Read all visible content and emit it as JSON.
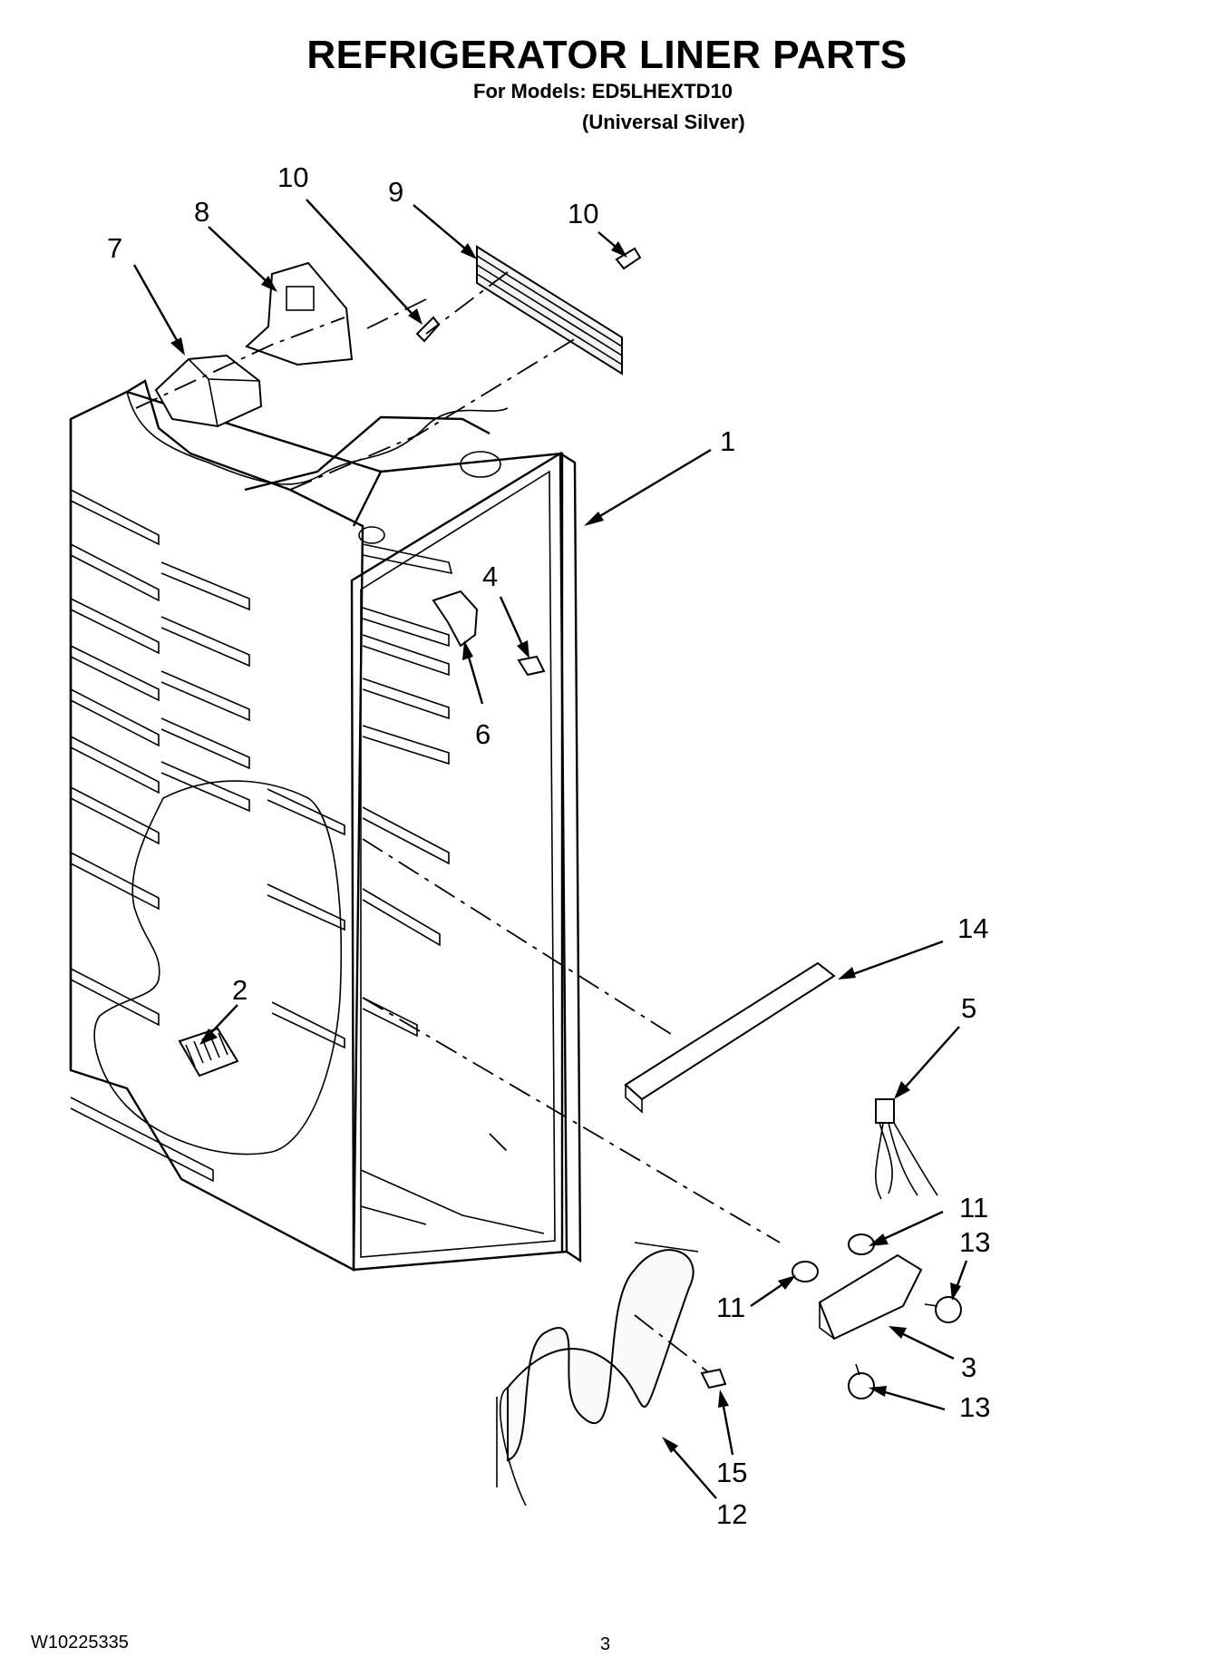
{
  "header": {
    "title": "REFRIGERATOR LINER PARTS",
    "models_line": "For Models: ED5LHEXTD10",
    "color_line": "(Universal Silver)"
  },
  "callouts": [
    "1",
    "2",
    "3",
    "4",
    "5",
    "6",
    "7",
    "8",
    "9",
    "10",
    "10",
    "11",
    "11",
    "12",
    "13",
    "13",
    "14",
    "15"
  ],
  "footer": {
    "doc_number": "W10225335",
    "page_number": "3"
  }
}
